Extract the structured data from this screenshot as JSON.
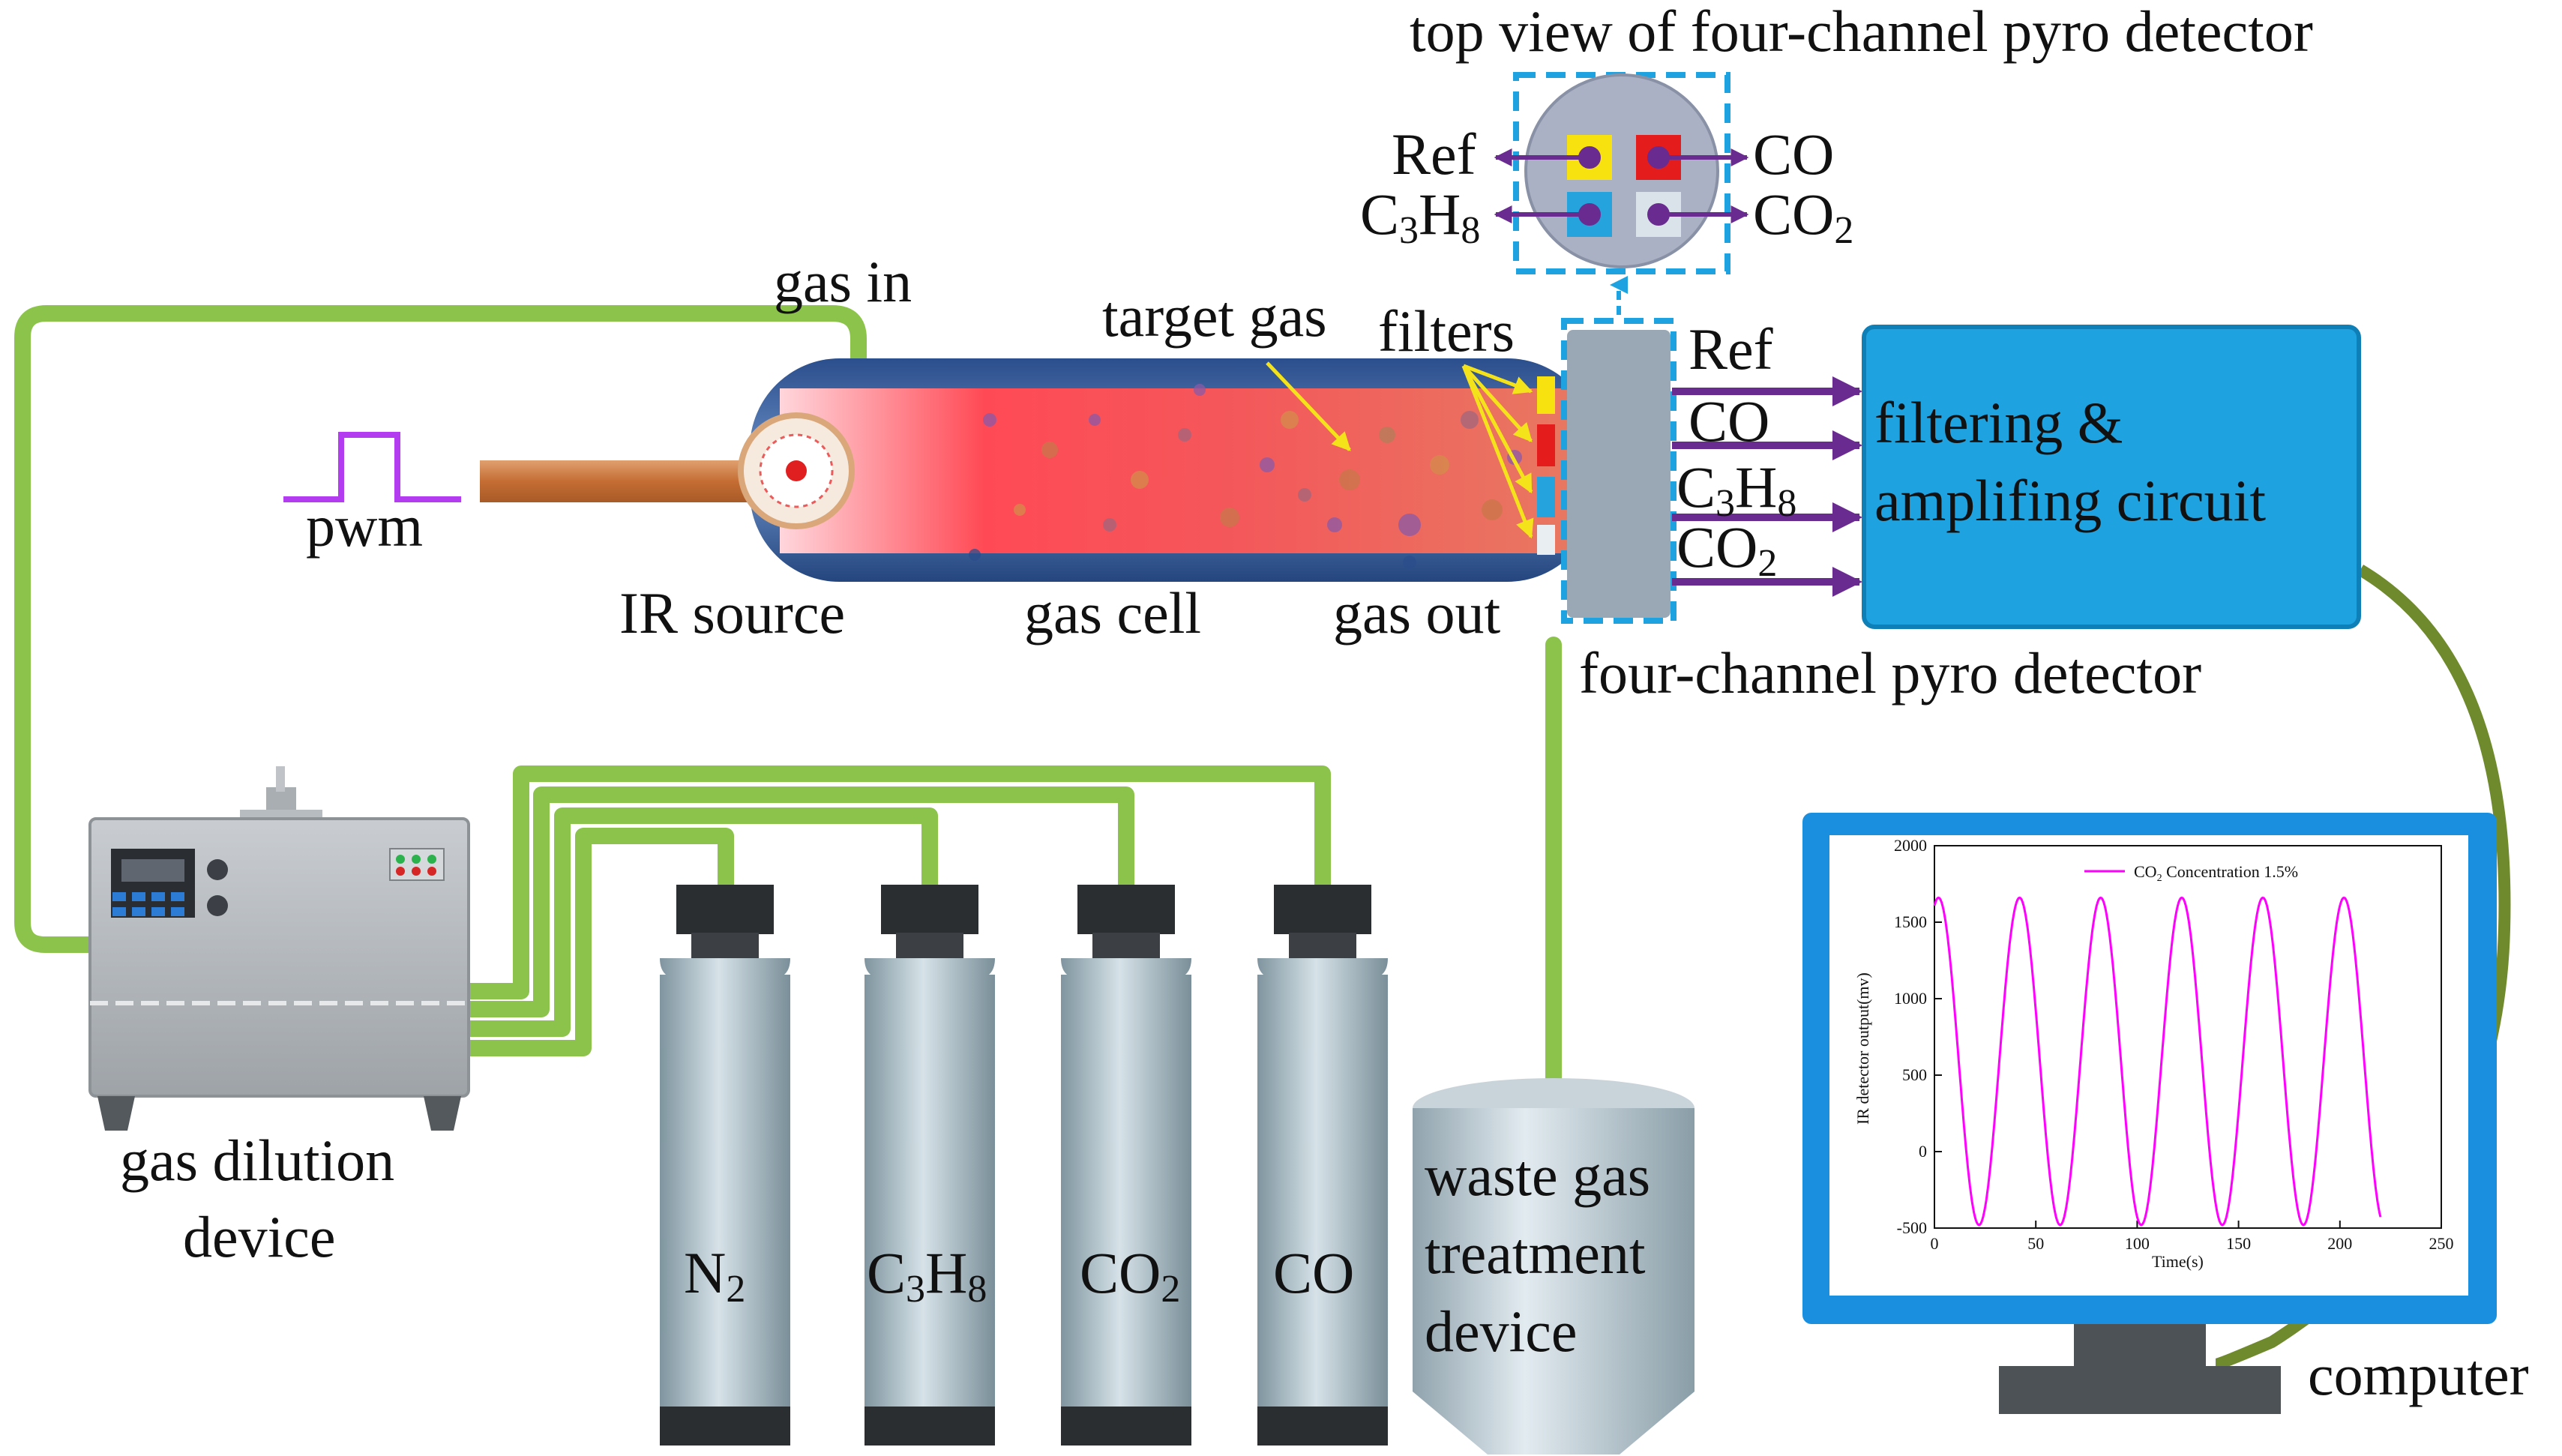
{
  "labels": {
    "top_view_title": "top view of four-channel pyro detector",
    "top_ref": "Ref",
    "top_co": "CO",
    "top_c3h8_a": "C",
    "top_c3h8_b": "3",
    "top_c3h8_c": "H",
    "top_c3h8_d": "8",
    "top_co2_a": "CO",
    "top_co2_b": "2",
    "gas_in": "gas in",
    "target_gas": "target gas",
    "filters": "filters",
    "pwm": "pwm",
    "ir_source": "IR source",
    "gas_cell": "gas cell",
    "gas_out": "gas out",
    "ch_ref": "Ref",
    "ch_co": "CO",
    "ch_c3h8_a": "C",
    "ch_c3h8_b": "3",
    "ch_c3h8_c": "H",
    "ch_c3h8_d": "8",
    "ch_co2_a": "CO",
    "ch_co2_b": "2",
    "circuit_line1": "filtering &",
    "circuit_line2": "amplifing circuit",
    "detector": "four-channel pyro detector",
    "dilution_line1": "gas dilution",
    "dilution_line2": "device",
    "cyl_n2_a": "N",
    "cyl_n2_b": "2",
    "cyl_c3h8_a": "C",
    "cyl_c3h8_b": "3",
    "cyl_c3h8_c": "H",
    "cyl_c3h8_d": "8",
    "cyl_co2_a": "CO",
    "cyl_co2_b": "2",
    "cyl_co": "CO",
    "waste_line1": "waste gas",
    "waste_line2": "treatment",
    "waste_line3": "device",
    "computer": "computer"
  },
  "colors": {
    "tube_green": "#8cc34a",
    "arrow_purple": "#6a2b90",
    "circuit_blue": "#1ea3e0",
    "screen_blue": "#1a8fe0",
    "pwm_magenta": "#b43cf0",
    "plot_magenta": "#ff00ff"
  },
  "chart_data": {
    "type": "line",
    "xlabel": "Time(s)",
    "ylabel": "IR detector output(mv)",
    "xlim": [
      0,
      250
    ],
    "ylim": [
      -500,
      2000
    ],
    "xticks": [
      "0",
      "50",
      "100",
      "150",
      "200",
      "250"
    ],
    "yticks": [
      "2000",
      "1500",
      "1000",
      "500",
      "0",
      "-500"
    ],
    "series": [
      {
        "name": "CO2 Concentration 1.5%",
        "name_a": "CO",
        "name_b": "2",
        "name_c": " Concentration 1.5%",
        "period_s": 40,
        "amplitude_mv": 1070,
        "offset_mv": 590,
        "x_start": 0,
        "x_end": 220
      }
    ]
  }
}
